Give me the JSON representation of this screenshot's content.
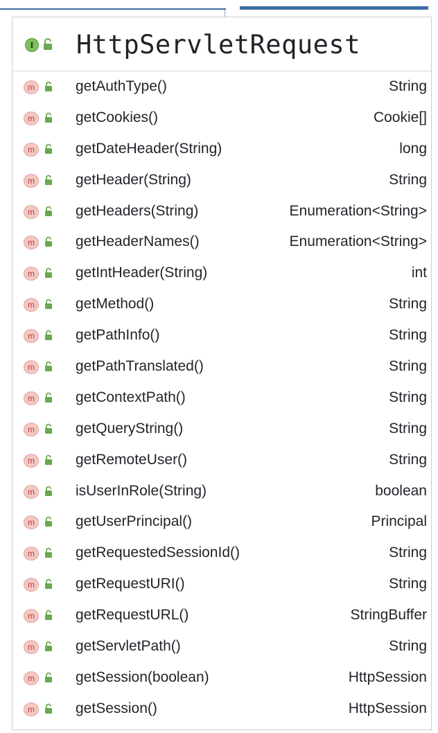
{
  "header": {
    "kind_badge": "I",
    "title": "HttpServletRequest"
  },
  "method_badge": "m",
  "icons": {
    "interface": "interface-icon",
    "access": "public-lock-icon",
    "method": "method-icon"
  },
  "colors": {
    "interface_badge": "#7fbf5a",
    "method_badge": "#f4c7c3",
    "method_badge_text": "#b5443a",
    "access_icon": "#6aa84f"
  },
  "methods": [
    {
      "name": "getAuthType()",
      "type": "String"
    },
    {
      "name": "getCookies()",
      "type": "Cookie[]"
    },
    {
      "name": "getDateHeader(String)",
      "type": "long"
    },
    {
      "name": "getHeader(String)",
      "type": "String"
    },
    {
      "name": "getHeaders(String)",
      "type": "Enumeration<String>"
    },
    {
      "name": "getHeaderNames()",
      "type": "Enumeration<String>"
    },
    {
      "name": "getIntHeader(String)",
      "type": "int"
    },
    {
      "name": "getMethod()",
      "type": "String"
    },
    {
      "name": "getPathInfo()",
      "type": "String"
    },
    {
      "name": "getPathTranslated()",
      "type": "String"
    },
    {
      "name": "getContextPath()",
      "type": "String"
    },
    {
      "name": "getQueryString()",
      "type": "String"
    },
    {
      "name": "getRemoteUser()",
      "type": "String"
    },
    {
      "name": "isUserInRole(String)",
      "type": "boolean"
    },
    {
      "name": "getUserPrincipal()",
      "type": "Principal"
    },
    {
      "name": "getRequestedSessionId()",
      "type": "String"
    },
    {
      "name": "getRequestURI()",
      "type": "String"
    },
    {
      "name": "getRequestURL()",
      "type": "StringBuffer"
    },
    {
      "name": "getServletPath()",
      "type": "String"
    },
    {
      "name": "getSession(boolean)",
      "type": "HttpSession"
    },
    {
      "name": "getSession()",
      "type": "HttpSession"
    }
  ]
}
